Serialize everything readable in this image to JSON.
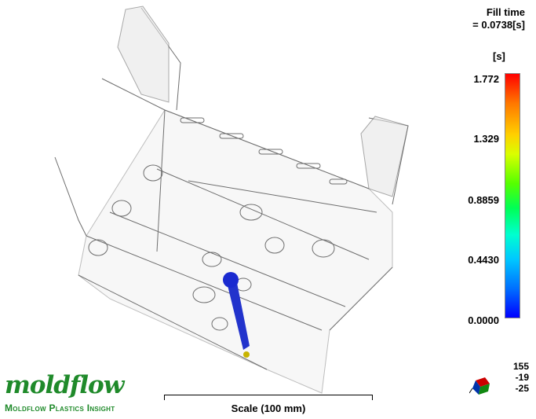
{
  "result": {
    "title": "Fill time",
    "value_line": "=  0.0738[s]",
    "unit": "[s]"
  },
  "legend": {
    "ticks": [
      "1.772",
      "1.329",
      "0.8859",
      "0.4430",
      "0.0000"
    ],
    "colors": {
      "max": "#ff0000",
      "mid": "#00ff00",
      "min": "#0000ff"
    }
  },
  "scale": {
    "label": "Scale (100 mm)"
  },
  "brand": {
    "logo_text": "moldflow",
    "product": "Moldflow Plastics Insight",
    "color": "#1f8a2a"
  },
  "orientation": {
    "values": [
      "155",
      "-19",
      "-25"
    ]
  },
  "model": {
    "fill_color": "#2233cc",
    "gate_color": "#c8b400"
  }
}
